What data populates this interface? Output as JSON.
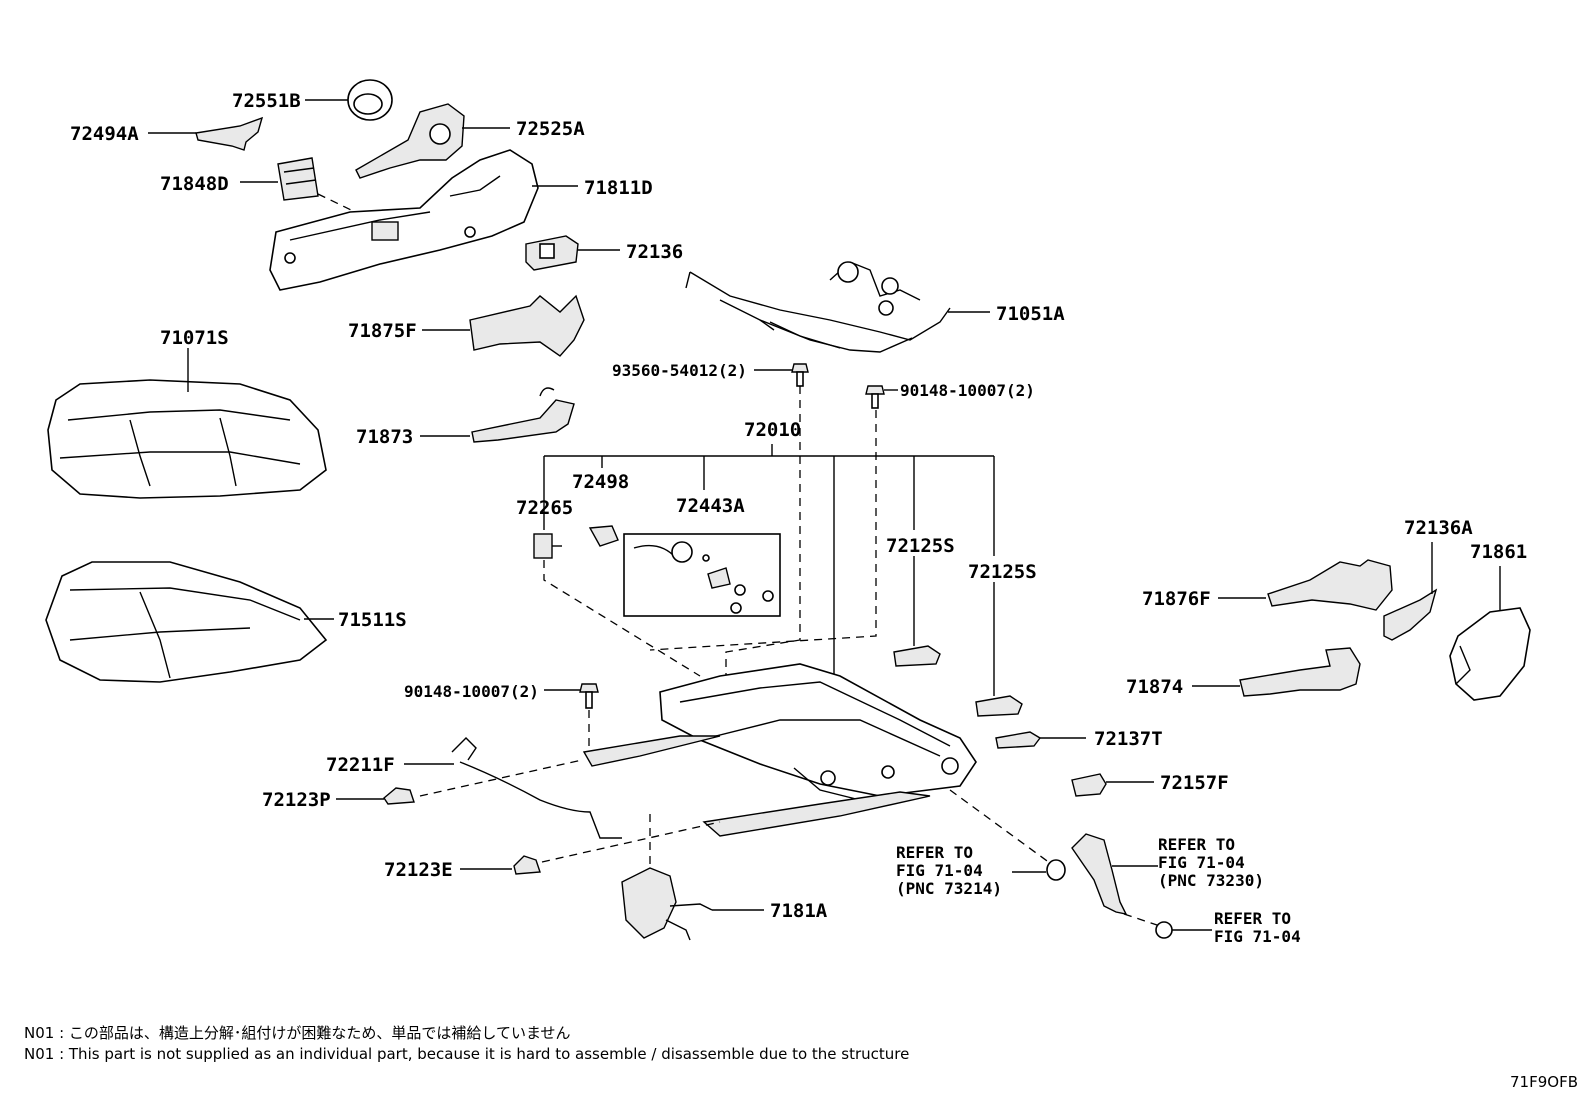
{
  "parts": {
    "p72551B": "72551B",
    "p72525A": "72525A",
    "p72494A": "72494A",
    "p71848D": "71848D",
    "p71811D": "71811D",
    "p72136": "72136",
    "p71051A": "71051A",
    "p71875F": "71875F",
    "p71071S": "71071S",
    "p93560": "93560-54012(2)",
    "p90148a": "90148-10007(2)",
    "p71873": "71873",
    "p72010": "72010",
    "p72498": "72498",
    "p72265": "72265",
    "p72443A": "72443A",
    "p72125Sa": "72125S",
    "p72125Sb": "72125S",
    "p72136A": "72136A",
    "p71861": "71861",
    "p71876F": "71876F",
    "p71511S": "71511S",
    "p71874": "71874",
    "p90148b": "90148-10007(2)",
    "p72137T": "72137T",
    "p72211F": "72211F",
    "p72157F": "72157F",
    "p72123P": "72123P",
    "p72123E": "72123E",
    "p7181A": "7181A"
  },
  "refs": {
    "r1_line1": "REFER TO",
    "r1_line2": "FIG 71-04",
    "r1_line3": "(PNC 73214)",
    "r2_line1": "REFER TO",
    "r2_line2": "FIG 71-04",
    "r2_line3": "(PNC 73230)",
    "r3_line1": "REFER TO",
    "r3_line2": "FIG 71-04"
  },
  "notes": {
    "jp": "N01 : この部品は、構造上分解･組付けが困難なため、単品では補給していません",
    "en": "N01 : This part is not supplied as an individual part, because it is hard to assemble / disassemble due to the structure"
  },
  "diagram_code": "71F9OFB"
}
